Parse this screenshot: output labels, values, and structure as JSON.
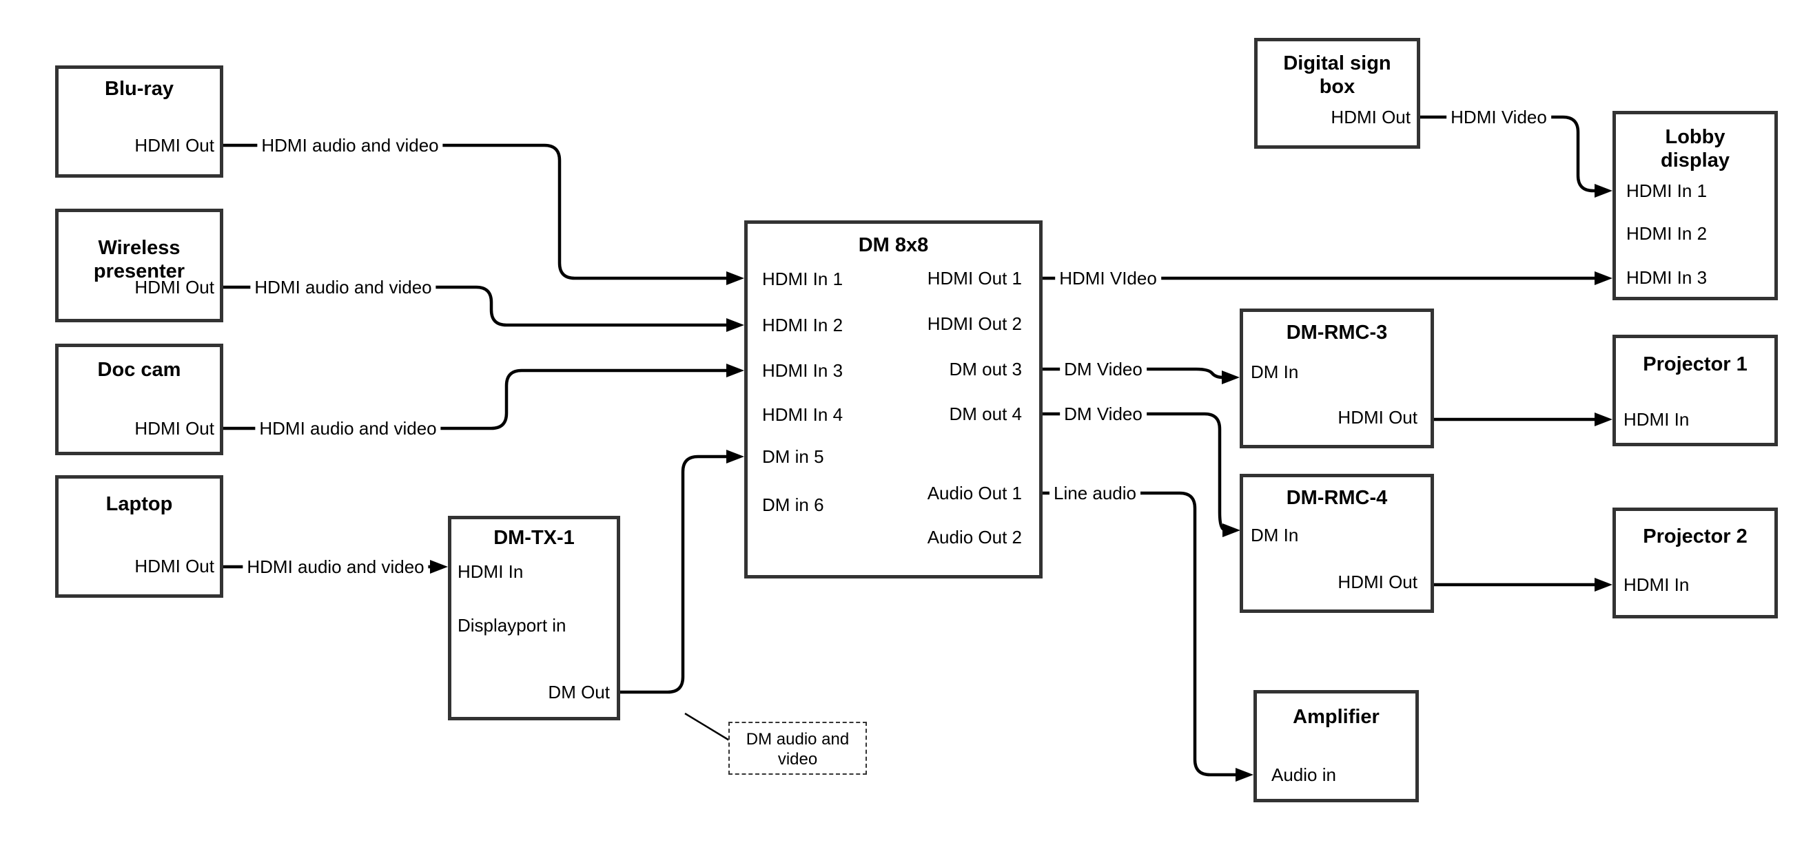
{
  "nodes": {
    "bluray": {
      "title": "Blu-ray",
      "port_hdmi_out": "HDMI Out"
    },
    "wireless": {
      "title_line1": "Wireless",
      "title_line2": "presenter",
      "port_hdmi_out": "HDMI Out"
    },
    "doccam": {
      "title": "Doc cam",
      "port_hdmi_out": "HDMI Out"
    },
    "laptop": {
      "title": "Laptop",
      "port_hdmi_out": "HDMI Out"
    },
    "dmtx1": {
      "title": "DM-TX-1",
      "port_hdmi_in": "HDMI In",
      "port_displayport_in": "Displayport in",
      "port_dm_out": "DM Out"
    },
    "dm8x8": {
      "title": "DM 8x8",
      "port_hdmi_in_1": "HDMI In 1",
      "port_hdmi_in_2": "HDMI In 2",
      "port_hdmi_in_3": "HDMI In 3",
      "port_hdmi_in_4": "HDMI In 4",
      "port_dm_in_5": "DM in 5",
      "port_dm_in_6": "DM in 6",
      "port_hdmi_out_1": "HDMI Out 1",
      "port_hdmi_out_2": "HDMI Out 2",
      "port_dm_out_3": "DM out 3",
      "port_dm_out_4": "DM out 4",
      "port_audio_out_1": "Audio Out 1",
      "port_audio_out_2": "Audio Out 2"
    },
    "digitalsign": {
      "title_line1": "Digital sign",
      "title_line2": "box",
      "port_hdmi_out": "HDMI Out"
    },
    "lobby": {
      "title_line1": "Lobby",
      "title_line2": "display",
      "port_hdmi_in_1": "HDMI In 1",
      "port_hdmi_in_2": "HDMI In 2",
      "port_hdmi_in_3": "HDMI In 3"
    },
    "dmrmc3": {
      "title": "DM-RMC-3",
      "port_dm_in": "DM In",
      "port_hdmi_out": "HDMI Out"
    },
    "projector1": {
      "title": "Projector 1",
      "port_hdmi_in": "HDMI In"
    },
    "dmrmc4": {
      "title": "DM-RMC-4",
      "port_dm_in": "DM In",
      "port_hdmi_out": "HDMI Out"
    },
    "projector2": {
      "title": "Projector 2",
      "port_hdmi_in": "HDMI In"
    },
    "amplifier": {
      "title": "Amplifier",
      "port_audio_in": "Audio in"
    }
  },
  "edges": {
    "bluray_to_dm8x8_in1": {
      "from": "Blu-ray HDMI Out",
      "to": "DM 8x8 HDMI In 1",
      "label": "HDMI audio and video"
    },
    "wireless_to_dm8x8_in2": {
      "from": "Wireless presenter HDMI Out",
      "to": "DM 8x8 HDMI In 2",
      "label": "HDMI audio and video"
    },
    "doccam_to_dm8x8_in3": {
      "from": "Doc cam HDMI Out",
      "to": "DM 8x8 HDMI In 3",
      "label": "HDMI audio and video"
    },
    "laptop_to_dmtx1": {
      "from": "Laptop HDMI Out",
      "to": "DM-TX-1 HDMI In",
      "label": "HDMI audio and video"
    },
    "dmtx1_to_dm8x8_in5": {
      "from": "DM-TX-1 DM Out",
      "to": "DM 8x8 DM in 5",
      "label": ""
    },
    "dm8x8_out1_to_lobby_in3": {
      "from": "DM 8x8 HDMI Out 1",
      "to": "Lobby display HDMI In 3",
      "label": "HDMI VIdeo"
    },
    "dm8x8_out3_to_dmrmc3": {
      "from": "DM 8x8 DM out 3",
      "to": "DM-RMC-3 DM In",
      "label": "DM Video"
    },
    "dm8x8_out4_to_dmrmc4": {
      "from": "DM 8x8 DM out 4",
      "to": "DM-RMC-4 DM In",
      "label": "DM Video"
    },
    "dm8x8_audio1_to_amp": {
      "from": "DM 8x8 Audio Out 1",
      "to": "Amplifier Audio in",
      "label": "Line audio"
    },
    "digitalsign_to_lobby_in1": {
      "from": "Digital sign box HDMI Out",
      "to": "Lobby display HDMI In 1",
      "label": "HDMI Video"
    },
    "dmrmc3_to_projector1": {
      "from": "DM-RMC-3 HDMI Out",
      "to": "Projector 1 HDMI In",
      "label": ""
    },
    "dmrmc4_to_projector2": {
      "from": "DM-RMC-4 HDMI Out",
      "to": "Projector 2 HDMI In",
      "label": ""
    }
  },
  "note": {
    "line1": "DM audio and",
    "line2": "video"
  },
  "colors": {
    "background": "#ffffff",
    "box_border": "#333333",
    "wire": "#000000",
    "text": "#000000"
  }
}
